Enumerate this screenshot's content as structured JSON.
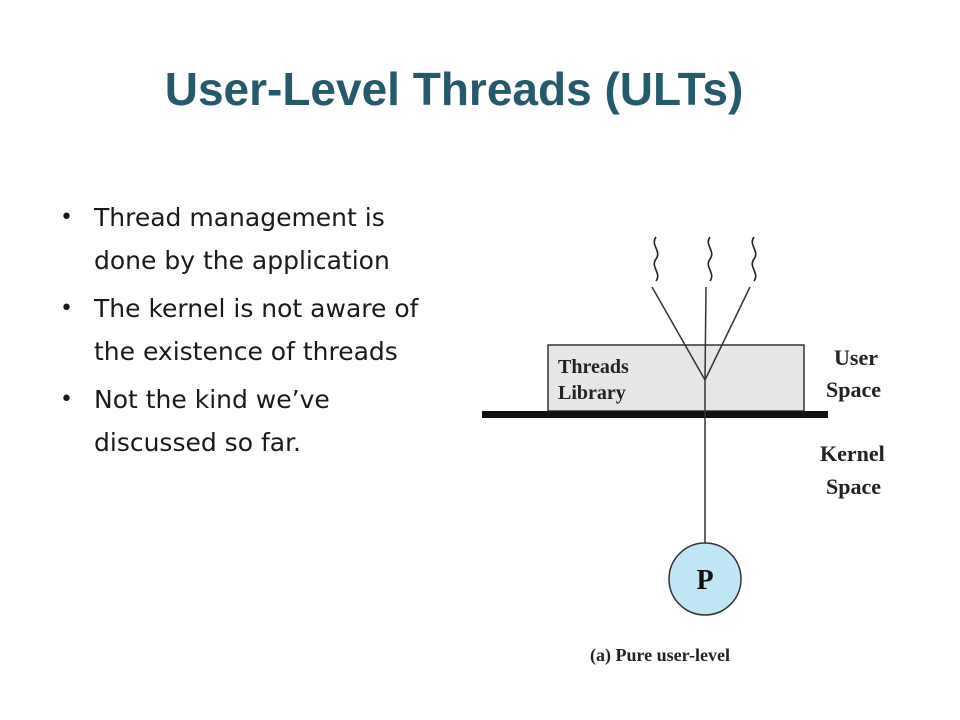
{
  "slide": {
    "title": "User-Level Threads (ULTs)",
    "bullets": [
      "Thread management is done by the application",
      "The kernel is not aware of the existence of threads",
      "Not the kind we’ve discussed so far."
    ]
  },
  "diagram": {
    "library_label_line1": "Threads",
    "library_label_line2": "Library",
    "user_space_line1": "User",
    "user_space_line2": "Space",
    "kernel_space_line1": "Kernel",
    "kernel_space_line2": "Space",
    "process_label": "P",
    "caption": "(a) Pure user-level",
    "colors": {
      "title": "#245a6b",
      "library_box": "#e6e6e6",
      "process_circle": "#bfe6f5"
    }
  }
}
